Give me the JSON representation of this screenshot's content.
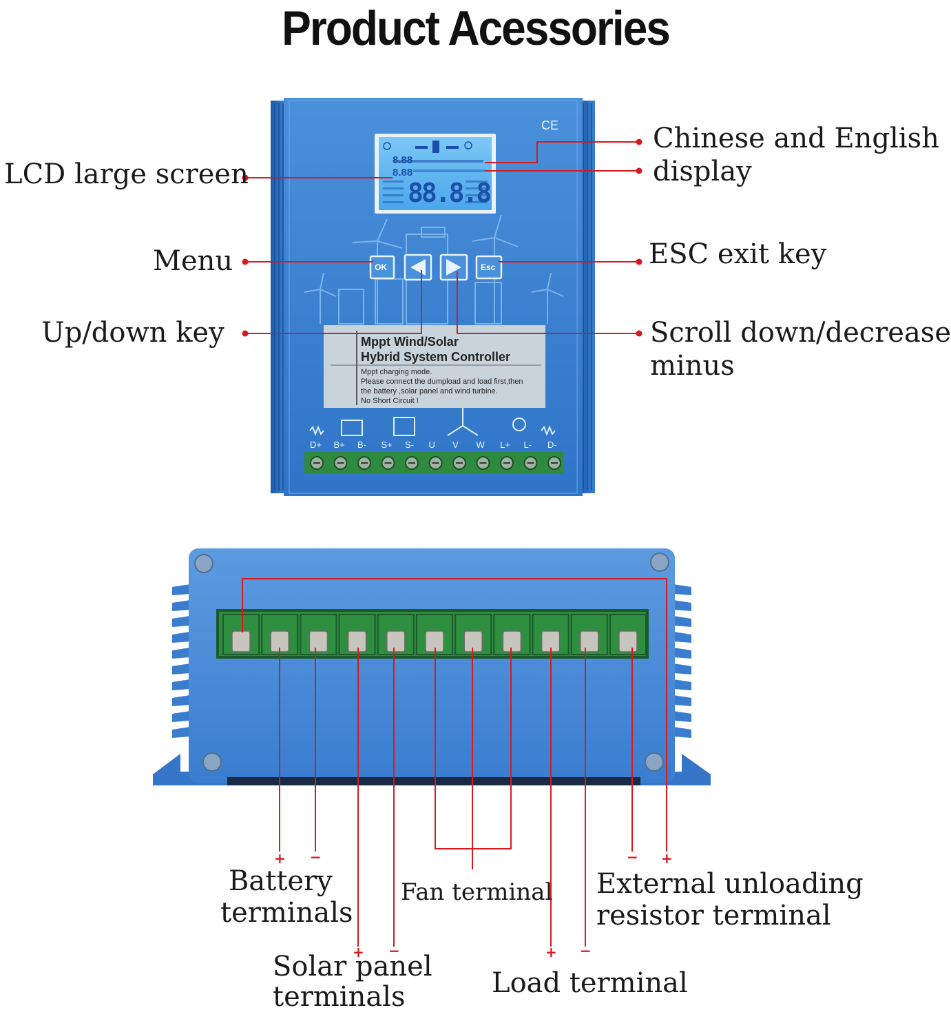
{
  "title": "Product Acessories",
  "front_panel": {
    "product_name_line1": "Mppt Wind/Solar",
    "product_name_line2": "Hybrid System Controller",
    "notes": [
      "Mppt charging mode.",
      "Please connect the dumpload and load first,then",
      "the battery ,solar panel and wind turbine.",
      "No Short Circuit !"
    ],
    "buttons": {
      "ok": "OK",
      "esc": "Esc"
    },
    "lcd_digits": "88.8.8",
    "lcd_small_1": "8.88",
    "lcd_small_2": "8.88",
    "ce_mark": "CE",
    "terminals": [
      "D+",
      "B+",
      "B-",
      "S+",
      "S-",
      "U",
      "V",
      "W",
      "L+",
      "L-",
      "D-"
    ]
  },
  "callouts": {
    "lcd": "LCD large screen",
    "menu": "Menu",
    "updown": "Up/down key",
    "display_line1": "Chinese and English",
    "display_line2": "display",
    "esc": "ESC exit key",
    "scroll_line1": "Scroll down/decrease",
    "scroll_line2": "minus"
  },
  "bottom_labels": {
    "battery_line1": "Battery",
    "battery_line2": "terminals",
    "solar_line1": "Solar panel",
    "solar_line2": "terminals",
    "fan": "Fan terminal",
    "load": "Load terminal",
    "external_line1": "External unloading",
    "external_line2": "resistor terminal"
  },
  "signs": {
    "plus": "+",
    "minus": "−"
  },
  "colors": {
    "device_blue": "#3b7fd0",
    "device_dark": "#1f5fae",
    "terminal_green": "#2e8b3e",
    "callout_red": "#d71920",
    "lcd_blue": "#58b4f0"
  }
}
